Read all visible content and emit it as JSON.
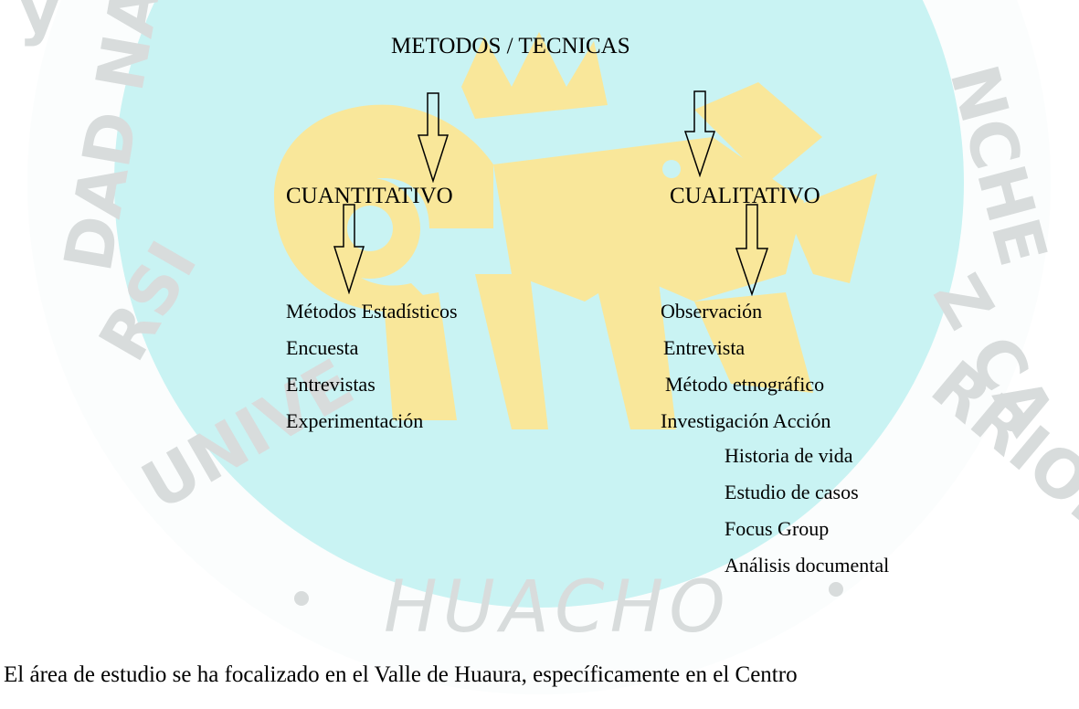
{
  "watermark": {
    "top_line": "y",
    "ring_letters_left": "UNIVERSIDAD NAC",
    "ring_letters_right": "ANCHEZ CARRION",
    "bottom_text": "HUACHO",
    "colors": {
      "disk": "#c9f3f3",
      "ring": "#fbfdfd",
      "letters": "#d8dcdc",
      "emblem": "#f9e79a"
    }
  },
  "diagram": {
    "root": "METODOS / TECNICAS",
    "left_branch": {
      "title": "CUANTITATIVO",
      "items": [
        "Métodos Estadísticos",
        "Encuesta",
        "Entrevistas",
        "Experimentación"
      ]
    },
    "right_branch": {
      "title": "CUALITATIVO",
      "items": [
        "Observación",
        "Entrevista",
        "Método etnográfico",
        "Investigación Acción"
      ],
      "subitems": [
        "Historia de vida",
        "Estudio  de casos",
        "Focus Group",
        "Análisis documental"
      ]
    }
  },
  "body_text": "El área de estudio se ha focalizado en el Valle de Huaura, específicamente en el Centro"
}
